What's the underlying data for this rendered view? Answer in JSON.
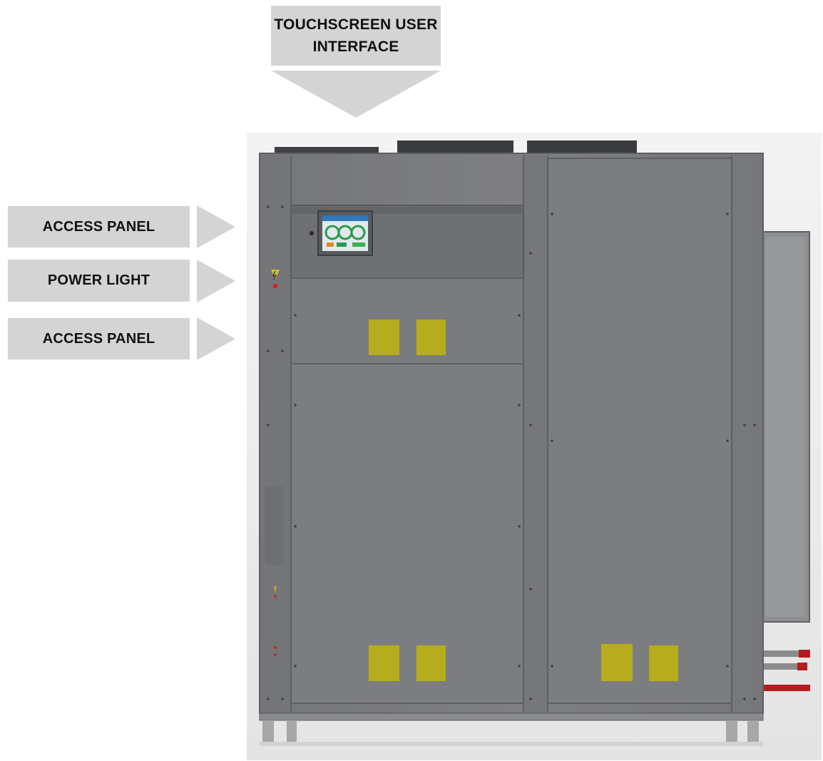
{
  "callouts": {
    "touchscreen": "TOUCHSCREEN USER\nINTERFACE",
    "access_panel_upper": "ACCESS PANEL",
    "power_light": "POWER LIGHT",
    "access_panel_lower": "ACCESS PANEL"
  },
  "colors": {
    "callout_fill": "#d4d4d4",
    "cabinet_body": "#7b7c7e",
    "cabinet_edge": "#5e5f61",
    "warning_label": "#b6ad1e",
    "power_light": "#c62828",
    "pipe_red": "#b71c1c"
  },
  "icons": {
    "screen": "touchscreen-display-icon",
    "power": "lightning-warning-icon"
  }
}
